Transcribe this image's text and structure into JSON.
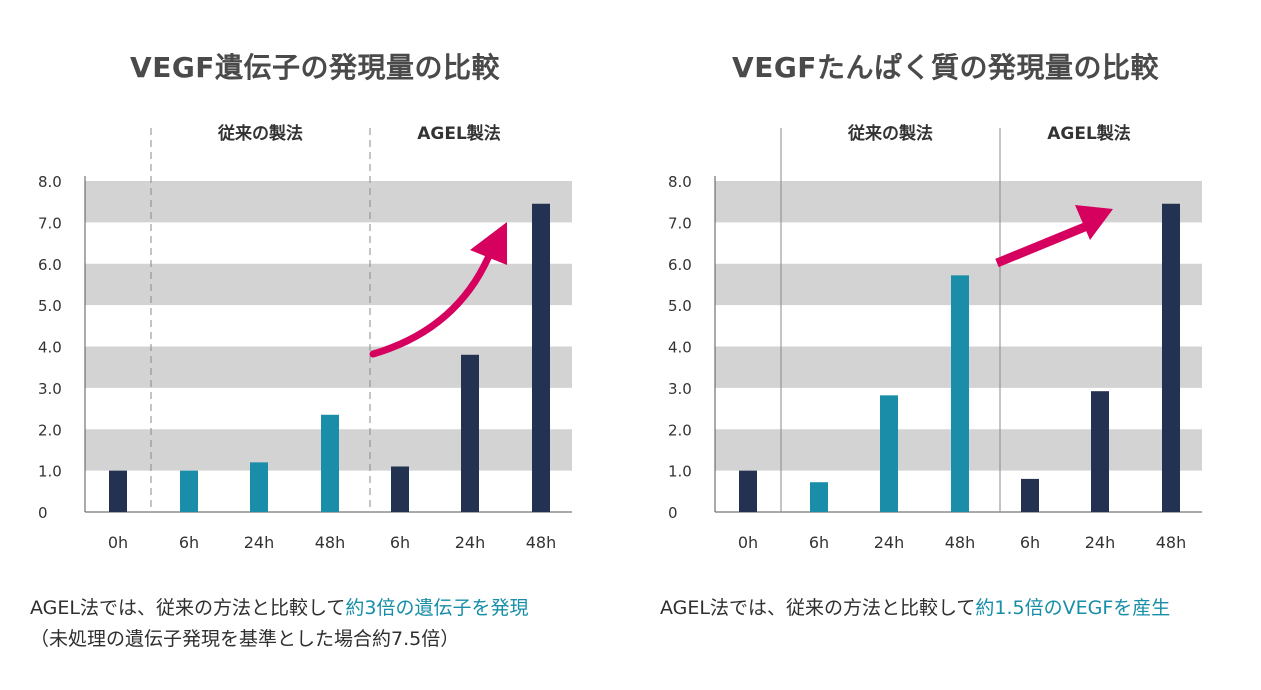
{
  "colors": {
    "dark_bar": "#233250",
    "teal_bar": "#1a8ea8",
    "band": "#d3d3d3",
    "arrow": "#d6005e",
    "highlight": "#178ea8"
  },
  "chart_data": [
    {
      "type": "bar",
      "title": "VEGF遺伝子の発現量の比較",
      "groups": [
        "従来の製法",
        "AGEL製法"
      ],
      "categories": [
        "0h",
        "6h",
        "24h",
        "48h",
        "6h",
        "24h",
        "48h"
      ],
      "values": [
        1.0,
        1.0,
        1.2,
        2.35,
        1.1,
        3.8,
        7.45
      ],
      "bar_colors": [
        "dark",
        "teal",
        "teal",
        "teal",
        "dark",
        "dark",
        "dark"
      ],
      "y_ticks": [
        "0",
        "1.0",
        "2.0",
        "3.0",
        "4.0",
        "5.0",
        "6.0",
        "7.0",
        "8.0"
      ],
      "ylim": [
        0,
        8
      ],
      "arrow": "curved",
      "divider_style": "dashed",
      "caption_plain": "AGEL法では、従来の方法と比較して",
      "caption_highlight": "約3倍の遺伝子を発現",
      "caption_line2": "（未処理の遺伝子発現を基準とした場合約7.5倍）"
    },
    {
      "type": "bar",
      "title": "VEGFたんぱく質の発現量の比較",
      "groups": [
        "従来の製法",
        "AGEL製法"
      ],
      "categories": [
        "0h",
        "6h",
        "24h",
        "48h",
        "6h",
        "24h",
        "48h"
      ],
      "values": [
        1.0,
        0.72,
        2.82,
        5.72,
        0.8,
        2.92,
        7.45
      ],
      "bar_colors": [
        "dark",
        "teal",
        "teal",
        "teal",
        "dark",
        "dark",
        "dark"
      ],
      "y_ticks": [
        "0",
        "1.0",
        "2.0",
        "3.0",
        "4.0",
        "5.0",
        "6.0",
        "7.0",
        "8.0"
      ],
      "ylim": [
        0,
        8
      ],
      "arrow": "straight",
      "divider_style": "solid",
      "caption_plain": "AGEL法では、従来の方法と比較して",
      "caption_highlight": "約1.5倍のVEGFを産生",
      "caption_line2": ""
    }
  ]
}
